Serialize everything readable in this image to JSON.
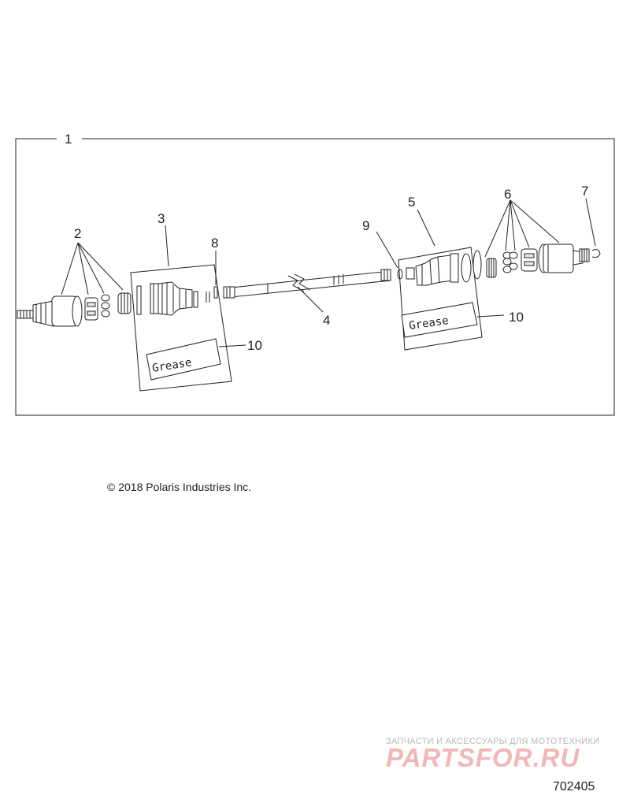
{
  "callouts": {
    "c1": "1",
    "c2": "2",
    "c3": "3",
    "c4": "4",
    "c5": "5",
    "c6": "6",
    "c7": "7",
    "c8": "8",
    "c9": "9",
    "c10_left": "10",
    "c10_right": "10"
  },
  "grease_label_left": "Grease",
  "grease_label_right": "Grease",
  "copyright": "© 2018 Polaris Industries Inc.",
  "watermark": {
    "tagline": "ЗАПЧАСТИ И АКСЕССУАРЫ ДЛЯ МОТОТЕХНИКИ",
    "logo": "PARTSFOR.RU",
    "logo_color": "#f2b8b8"
  },
  "document_number": "702405"
}
